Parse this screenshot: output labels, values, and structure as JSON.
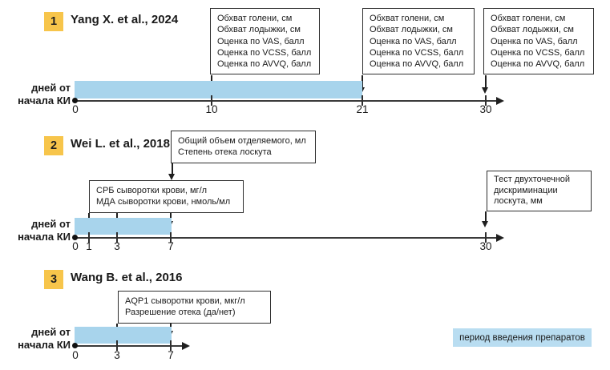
{
  "colors": {
    "bar_fill": "#A8D4EC",
    "legend_fill": "#B9DDF1",
    "badge_fill": "#F7C54B",
    "box_border": "#2e2e2e",
    "axis": "#3a3a3a",
    "text": "#1a1a1a"
  },
  "studies": [
    {
      "number": "1",
      "title": "Yang X. et al., 2024",
      "axis_label": [
        "дней от",
        "начала КИ"
      ],
      "tick_labels": [
        "0",
        "10",
        "21",
        "30"
      ],
      "drug_period_days": [
        0,
        21
      ],
      "boxes": [
        {
          "day": 10,
          "lines": [
            "Обхват голени, см",
            "Обхват лодыжки, см",
            "Оценка по VAS, балл",
            "Оценка по VCSS, балл",
            "Оценка по AVVQ, балл"
          ]
        },
        {
          "day": 21,
          "lines": [
            "Обхват голени, см",
            "Обхват лодыжки, см",
            "Оценка по VAS, балл",
            "Оценка по VCSS, балл",
            "Оценка по AVVQ, балл"
          ]
        },
        {
          "day": 30,
          "lines": [
            "Обхват голени, см",
            "Обхват лодыжки, см",
            "Оценка по VAS, балл",
            "Оценка по VCSS, балл",
            "Оценка по AVVQ, балл"
          ]
        }
      ]
    },
    {
      "number": "2",
      "title": "Wei L. et al., 2018",
      "axis_label": [
        "дней от",
        "начала КИ"
      ],
      "tick_labels": [
        "0",
        "1",
        "3",
        "7",
        "30"
      ],
      "drug_period_days": [
        0,
        7
      ],
      "boxes": [
        {
          "day": 7,
          "lines": [
            "Общий объем отделяемого, мл",
            "Степень отека лоскута"
          ]
        },
        {
          "days": [
            1,
            3,
            7
          ],
          "lines": [
            "СРБ сыворотки крови, мг/л",
            "МДА сыворотки крови, нмоль/мл"
          ]
        },
        {
          "day": 30,
          "lines": [
            "Тест двухточечной",
            "дискриминации",
            "лоскута, мм"
          ]
        }
      ]
    },
    {
      "number": "3",
      "title": "Wang B. et al., 2016",
      "axis_label": [
        "дней от",
        "начала КИ"
      ],
      "tick_labels": [
        "0",
        "3",
        "7"
      ],
      "drug_period_days": [
        0,
        7
      ],
      "boxes": [
        {
          "days": [
            3,
            7
          ],
          "lines": [
            "AQP1 сыворотки крови, мкг/л",
            "Разрешение отека (да/нет)"
          ]
        }
      ]
    }
  ],
  "legend": {
    "label": "период введения препаратов"
  }
}
